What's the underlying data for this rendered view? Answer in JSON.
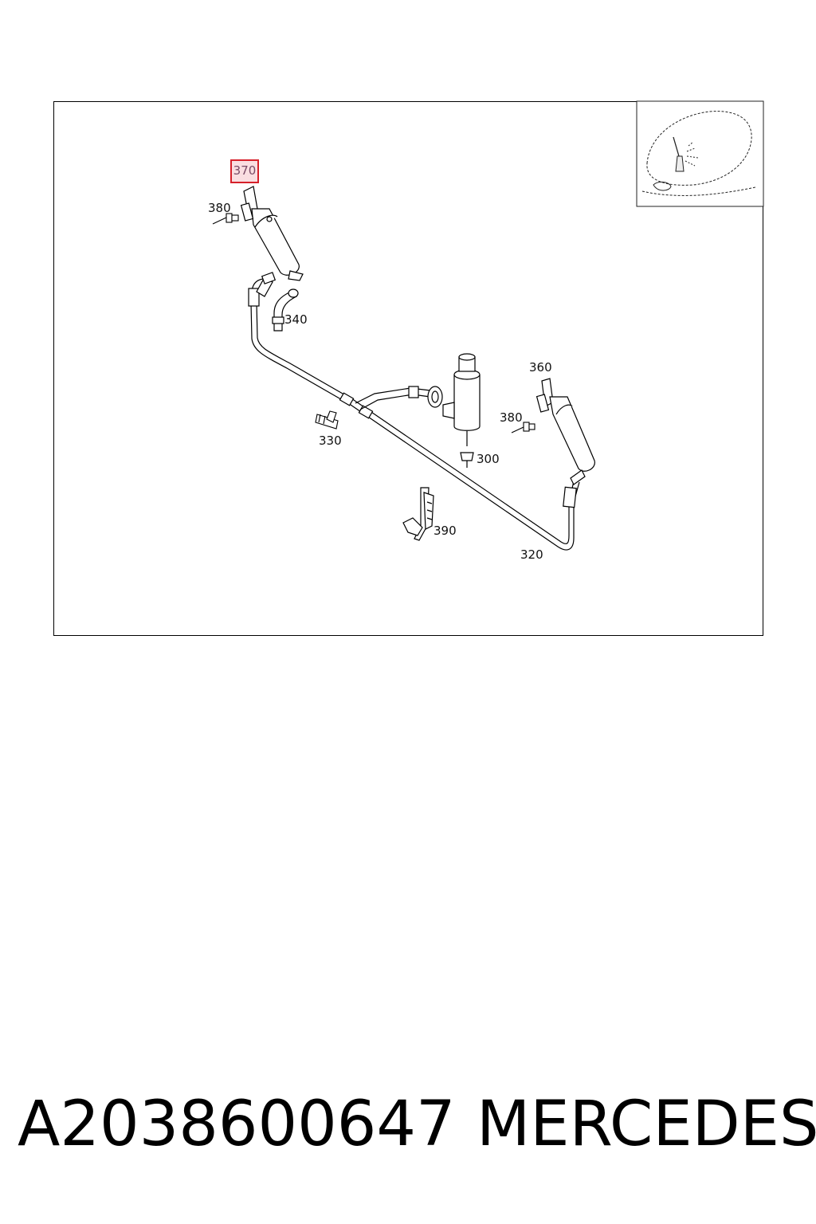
{
  "diagram": {
    "highlighted_callout": "370",
    "callouts": {
      "c380_left": "380",
      "c340": "340",
      "c360": "360",
      "c380_right": "380",
      "c330": "330",
      "c300": "300",
      "c390": "390",
      "c320": "320"
    }
  },
  "footer": {
    "part_number": "A2038600647",
    "brand": "MERCEDES"
  },
  "colors": {
    "highlight_border": "#d6202a",
    "highlight_fill": "#f0a0aa"
  }
}
